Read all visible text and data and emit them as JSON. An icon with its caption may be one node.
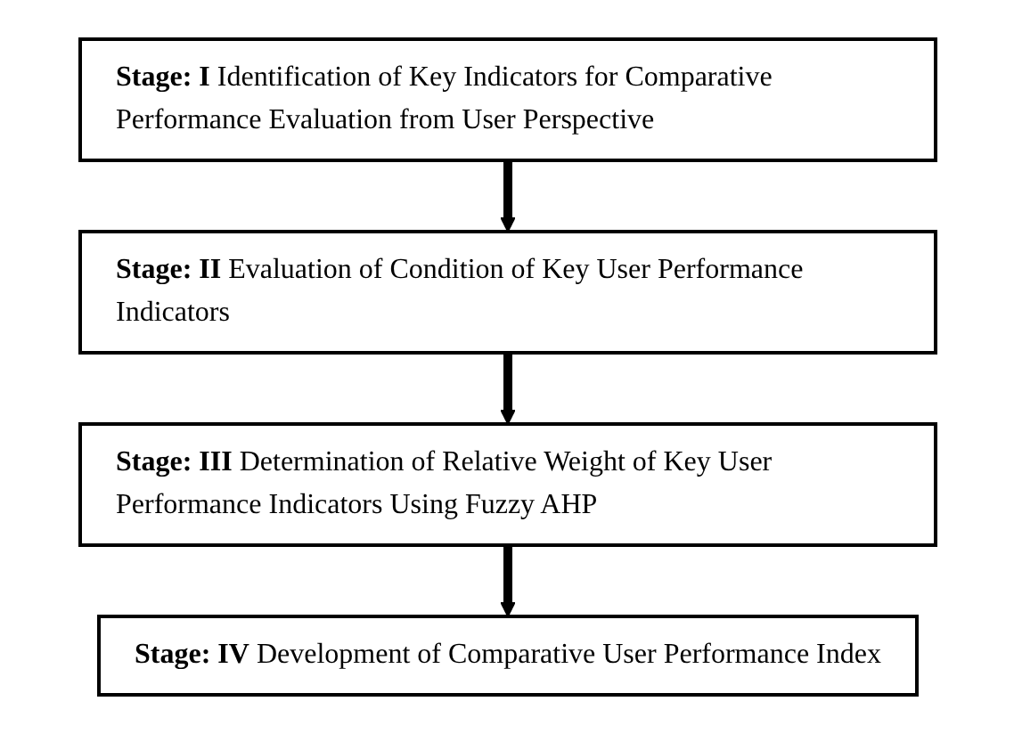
{
  "diagram": {
    "nodes": [
      {
        "text": [
          "**Stage: I** Identification of Key Indicators for Comparative Performance Evaluation from User Perspective"
        ]
      },
      {
        "text": [
          "**Stage: II** Evaluation of Condition of Key User Performance Indicators"
        ]
      },
      {
        "text": [
          "**Stage: III** Determination of Relative Weight of Key User Performance Indicators Using Fuzzy AHP"
        ]
      },
      {
        "text": [
          "**Stage: IV** Development of Comparative User Performance Index"
        ]
      }
    ],
    "edges": [
      {
        "from": 0,
        "to": 1,
        "arrow": "to"
      },
      {
        "from": 1,
        "to": 2,
        "arrow": "to"
      },
      {
        "from": 2,
        "to": 3,
        "arrow": "to"
      }
    ]
  }
}
